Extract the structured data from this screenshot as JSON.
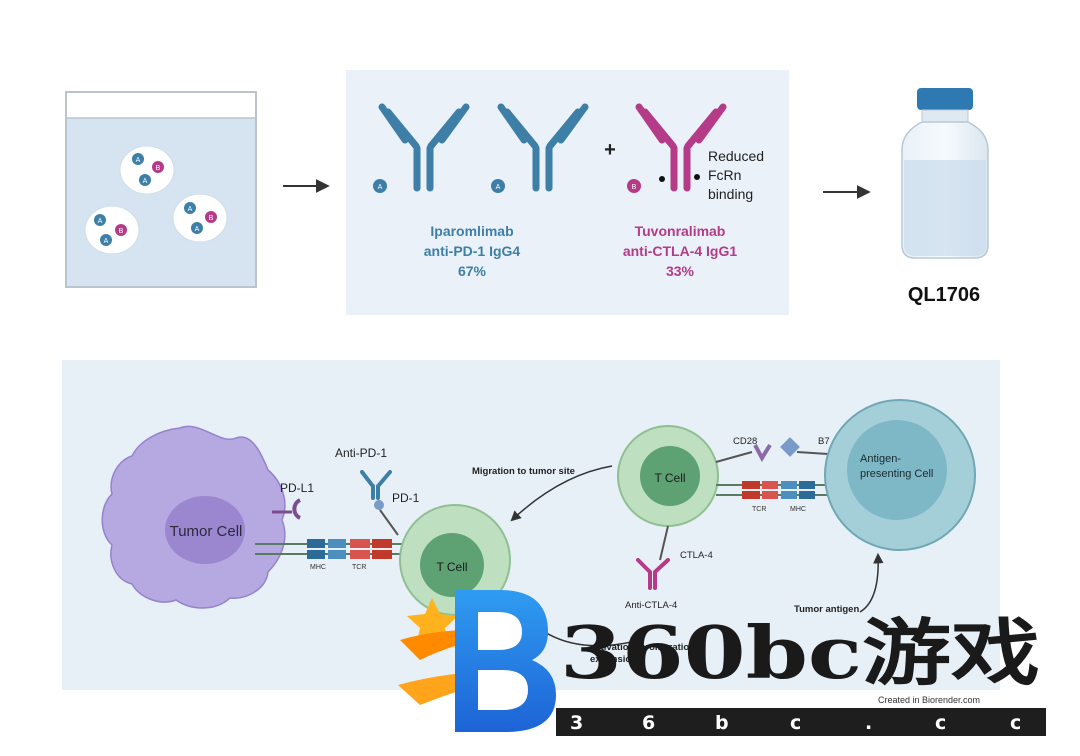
{
  "top_panel": {
    "well_particles": [
      {
        "chains": [
          "A",
          "B",
          "A"
        ]
      },
      {
        "chains": [
          "A",
          "B",
          "A"
        ]
      },
      {
        "chains": [
          "A",
          "B",
          "A"
        ]
      }
    ],
    "antibody_left": {
      "marker": "A",
      "name": "Iparomlimab",
      "target": "anti-PD-1 IgG4",
      "ratio": "67%",
      "color": "#3d7fa6"
    },
    "antibody_right": {
      "marker": "B",
      "name": "Tuvonralimab",
      "target": "anti-CTLA-4 IgG1",
      "ratio": "33%",
      "color": "#b53a88",
      "note_lines": [
        "Reduced",
        "FcRn",
        "binding"
      ]
    },
    "plus": "+",
    "product": "QL1706"
  },
  "bottom_panel": {
    "tumor_cell": "Tumor Cell",
    "pd_l1": "PD-L1",
    "anti_pd1": "Anti-PD-1",
    "pd1": "PD-1",
    "mhc_left": "MHC",
    "tcr_left": "TCR",
    "t_cell_left": "T Cell",
    "migration": "Migration to tumor site",
    "t_cell_right": "T Cell",
    "cd28": "CD28",
    "b7": "B7",
    "tcr_right": "TCR",
    "mhc_right": "MHC",
    "ctla4": "CTLA-4",
    "anti_ctla4": "Anti-CTLA-4",
    "apc_line1": "Antigen-",
    "apc_line2": "presenting Cell",
    "tumor_antigen": "Tumor antigen",
    "activation": "activation, proliferation T",
    "expansion": "expansion",
    "credit": "Created in Biorender.com"
  },
  "watermark": {
    "brand": "360bc游戏",
    "domain_chars": [
      "3",
      "6",
      "b",
      "c",
      ".",
      "c",
      "c"
    ]
  }
}
